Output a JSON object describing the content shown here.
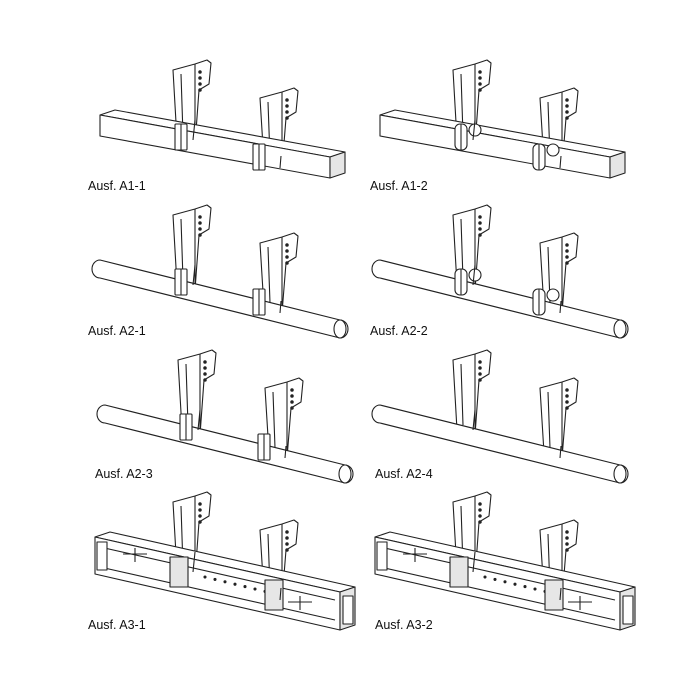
{
  "panels": [
    {
      "label": "Ausf. A1-1"
    },
    {
      "label": "Ausf. A1-2"
    },
    {
      "label": "Ausf. A2-1"
    },
    {
      "label": "Ausf. A2-2"
    },
    {
      "label": "Ausf. A2-3"
    },
    {
      "label": "Ausf. A2-4"
    },
    {
      "label": "Ausf. A3-1"
    },
    {
      "label": "Ausf. A3-2"
    }
  ],
  "colors": {
    "line": "#222222",
    "fill": "#ffffff",
    "shade": "#e6e6e6"
  }
}
